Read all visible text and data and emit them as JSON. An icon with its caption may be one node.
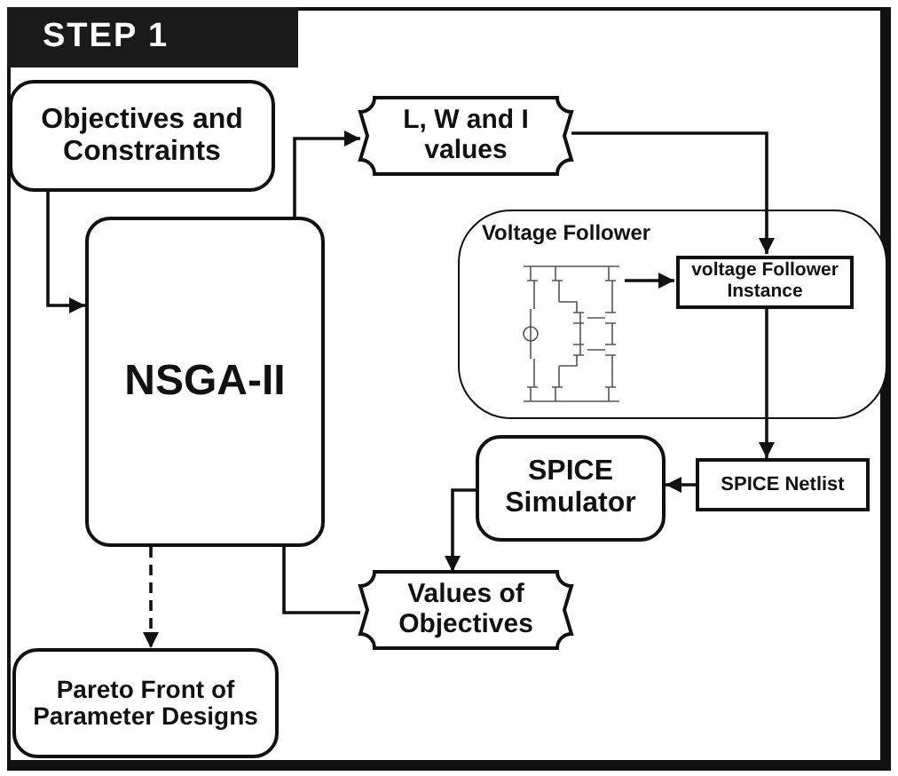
{
  "diagram": {
    "title": "STEP 1",
    "nodes": [
      {
        "text": [
          "Objectives and Constraints"
        ]
      },
      {
        "text": [
          "L, W and I values"
        ]
      },
      {
        "text": [
          "NSGA-II"
        ]
      },
      {
        "text": [
          "Voltage Follower"
        ]
      },
      {
        "text": [],
        "shape": "picture",
        "in": 3
      },
      {
        "text": [
          "voltage Follower Instance"
        ],
        "in": 3
      },
      {
        "text": [
          "SPICE Netlist"
        ]
      },
      {
        "text": [
          "SPICE Simulator"
        ]
      },
      {
        "text": [
          "Values of Objectives"
        ]
      },
      {
        "text": [
          "Pareto Front of Parameter Designs"
        ]
      }
    ],
    "edges": [
      {
        "from": 0,
        "to": 2,
        "arrow": "to"
      },
      {
        "from": 2,
        "to": 1,
        "arrow": "to"
      },
      {
        "from": 1,
        "to": 5,
        "arrow": "to"
      },
      {
        "from": 4,
        "to": 5,
        "arrow": "to"
      },
      {
        "from": 5,
        "to": 6,
        "arrow": "to"
      },
      {
        "from": 6,
        "to": 7,
        "arrow": "to"
      },
      {
        "from": 7,
        "to": 8,
        "arrow": "to"
      },
      {
        "from": 2,
        "to": 8,
        "arrow": "none"
      },
      {
        "from": 2,
        "to": 9,
        "arrow": "to",
        "style": "dashed"
      }
    ]
  }
}
